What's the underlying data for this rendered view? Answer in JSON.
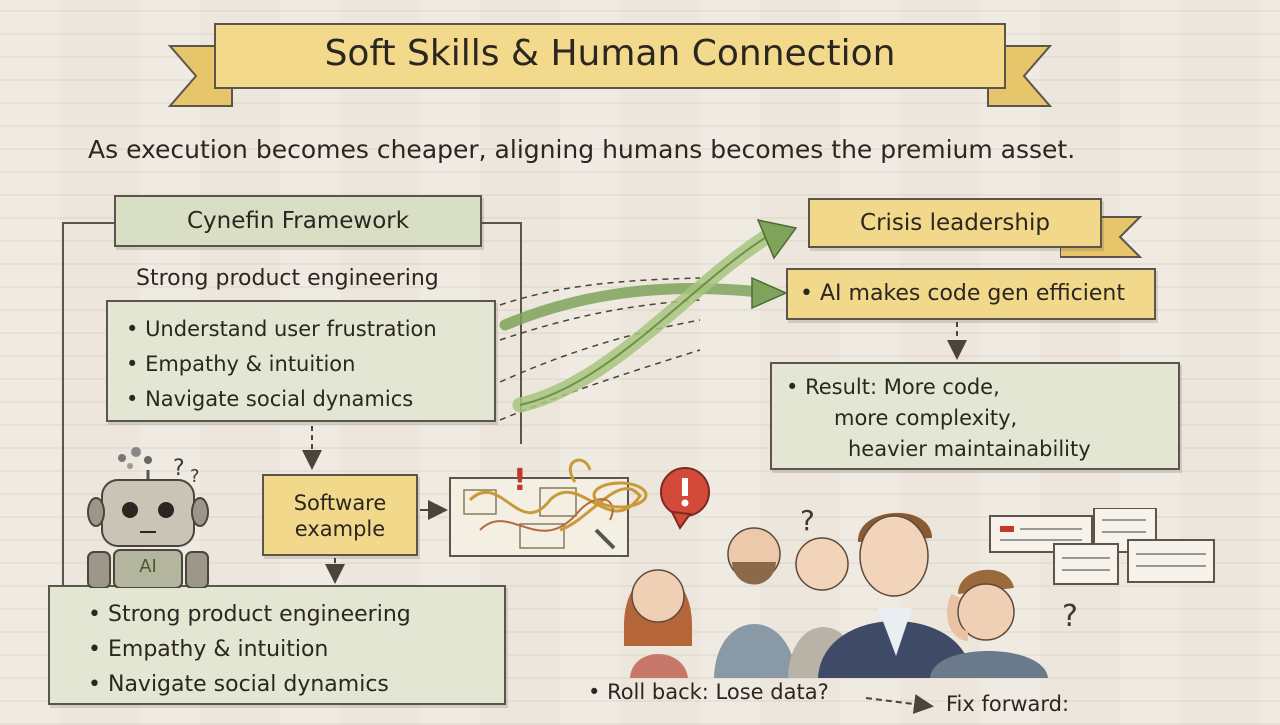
{
  "title": "Soft Skills & Human Connection",
  "subtitle": "As execution becomes cheaper, aligning humans becomes the premium asset.",
  "cynefin": {
    "label": "Cynefin Framework",
    "heading": "Strong product engineering",
    "items": [
      "Understand user frustration",
      "Empathy & intuition",
      "Navigate social dynamics"
    ]
  },
  "software_example": "Software example",
  "bottom_list": [
    "Strong product engineering",
    "Empathy & intuition",
    "Navigate social dynamics"
  ],
  "crisis": {
    "label": "Crisis leadership",
    "ai_item": "AI makes code gen efficient",
    "result_lines": [
      "Result: More code,",
      "more complexity,",
      "heavier maintainability"
    ]
  },
  "robot": {
    "badge": "AI"
  },
  "bottom_flow": {
    "rollback": "Roll back: Lose data?",
    "fixforward": "Fix forward:"
  },
  "colors": {
    "green_box": "#d8dfc4",
    "yellow_box": "#f1d88a",
    "arrow_green": "#7fa35a",
    "banner": "#f2d98c"
  },
  "icons": [
    "banner-ribbon",
    "robot-icon",
    "question-mark-icon",
    "alert-bubble-icon",
    "tangled-diagram-icon",
    "document-stack-icon"
  ]
}
